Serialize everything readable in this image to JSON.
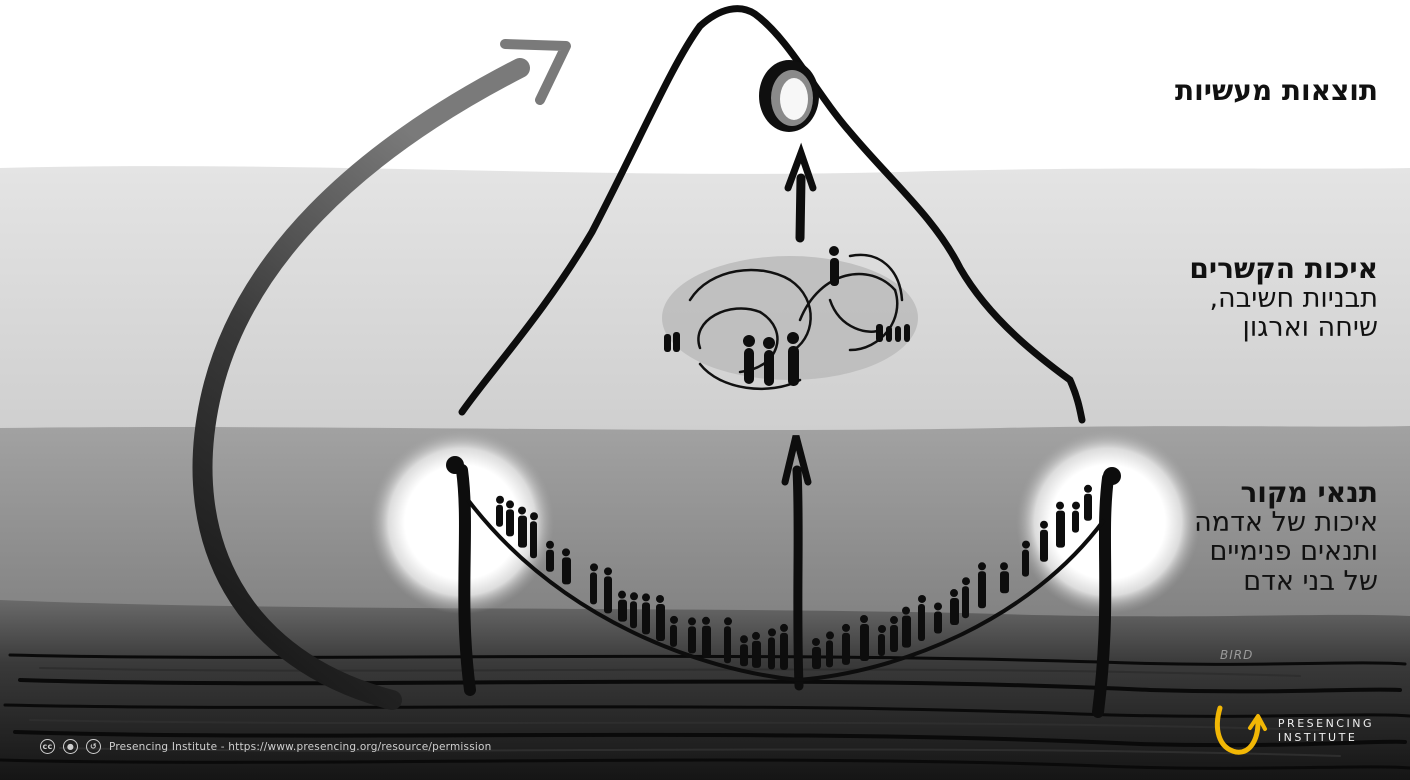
{
  "labels": {
    "outcomes": {
      "title": "תוצאות מעשיות"
    },
    "relations": {
      "title": "איכות הקשרים",
      "lines": [
        "תבניות חשיבה,",
        "שיחה וארגון"
      ]
    },
    "source": {
      "title": "תנאי מקור",
      "lines": [
        "איכות של אדמה",
        "ותנאים פנימיים",
        "של בני אדם"
      ]
    }
  },
  "footer": {
    "credit_text": "Presencing Institute - https://www.presencing.org/resource/permission",
    "license_icons": [
      "cc-icon",
      "attribution-icon",
      "share-alike-icon"
    ]
  },
  "logo": {
    "line1": "PRESENCING",
    "line2": "INSTITUTE",
    "accent_color": "#f2b705"
  },
  "signature": "BIRD",
  "colors": {
    "top_band": "#ffffff",
    "middle_band": "#d6d6d6",
    "lower_band": "#9a9a9a",
    "ground": "#2b2b2b",
    "ink": "#0d0d0d"
  }
}
